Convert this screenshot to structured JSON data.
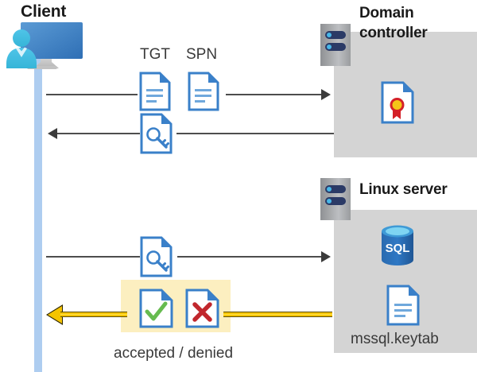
{
  "diagram": {
    "title_client": "Client",
    "title_domain_controller": "Domain\ncontroller",
    "title_domain_controller_line1": "Domain",
    "title_domain_controller_line2": "controller",
    "title_linux_server": "Linux server",
    "label_tgt": "TGT",
    "label_spn": "SPN",
    "label_keytab": "mssql.keytab",
    "label_verdict": "accepted / denied",
    "sql_icon_text": "SQL"
  },
  "icons": {
    "client": "client-workstation-icon",
    "server_chassis": "server-icon",
    "document": "document-icon",
    "document_key": "document-key-icon",
    "certificate": "certificate-icon",
    "database": "sql-database-icon",
    "accepted": "document-check-icon",
    "denied": "document-cross-icon"
  },
  "flows": [
    {
      "name": "client-to-dc-request",
      "direction": "right",
      "payload": [
        "TGT",
        "SPN"
      ]
    },
    {
      "name": "dc-to-client-ticket",
      "direction": "left",
      "payload": [
        "service-ticket"
      ]
    },
    {
      "name": "client-to-linux-ticket",
      "direction": "right",
      "payload": [
        "service-ticket"
      ]
    },
    {
      "name": "linux-to-client-verdict",
      "direction": "left",
      "payload": [
        "accepted",
        "denied"
      ]
    }
  ],
  "colors": {
    "accent_blue": "#3a80c9",
    "lifeline_blue": "#aecdf0",
    "panel_gray": "#d4d4d4",
    "highlight_yellow": "#fcefc0",
    "arrow_yellow": "#f5c400",
    "arrow_gray": "#4d4d4d",
    "check_green": "#66bb4f",
    "cross_red": "#c1272d",
    "seal_red": "#d42027",
    "seal_gold": "#f5c518",
    "sql_blue": "#2f6fb5"
  }
}
